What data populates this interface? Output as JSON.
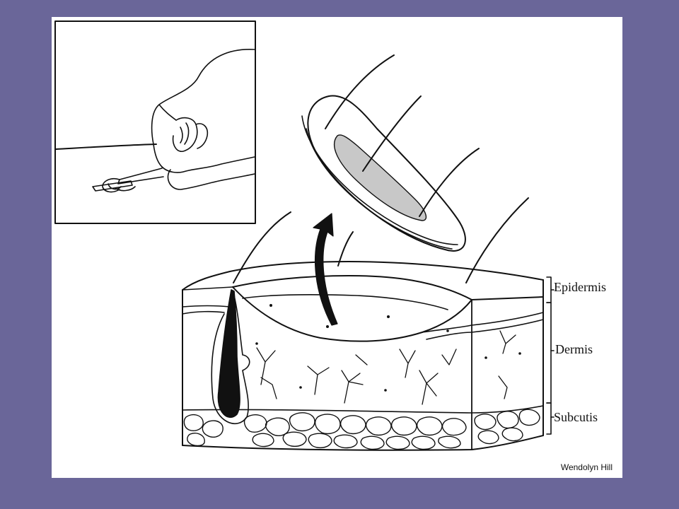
{
  "labels": {
    "epidermis": "Epidermis",
    "dermis": "Dermis",
    "subcutis": "Subcutis"
  },
  "credit": "Wendolyn Hill",
  "colors": {
    "background": "#6a6699",
    "panel": "#ffffff",
    "ink": "#111111",
    "lesion": "#c8c8c8"
  }
}
